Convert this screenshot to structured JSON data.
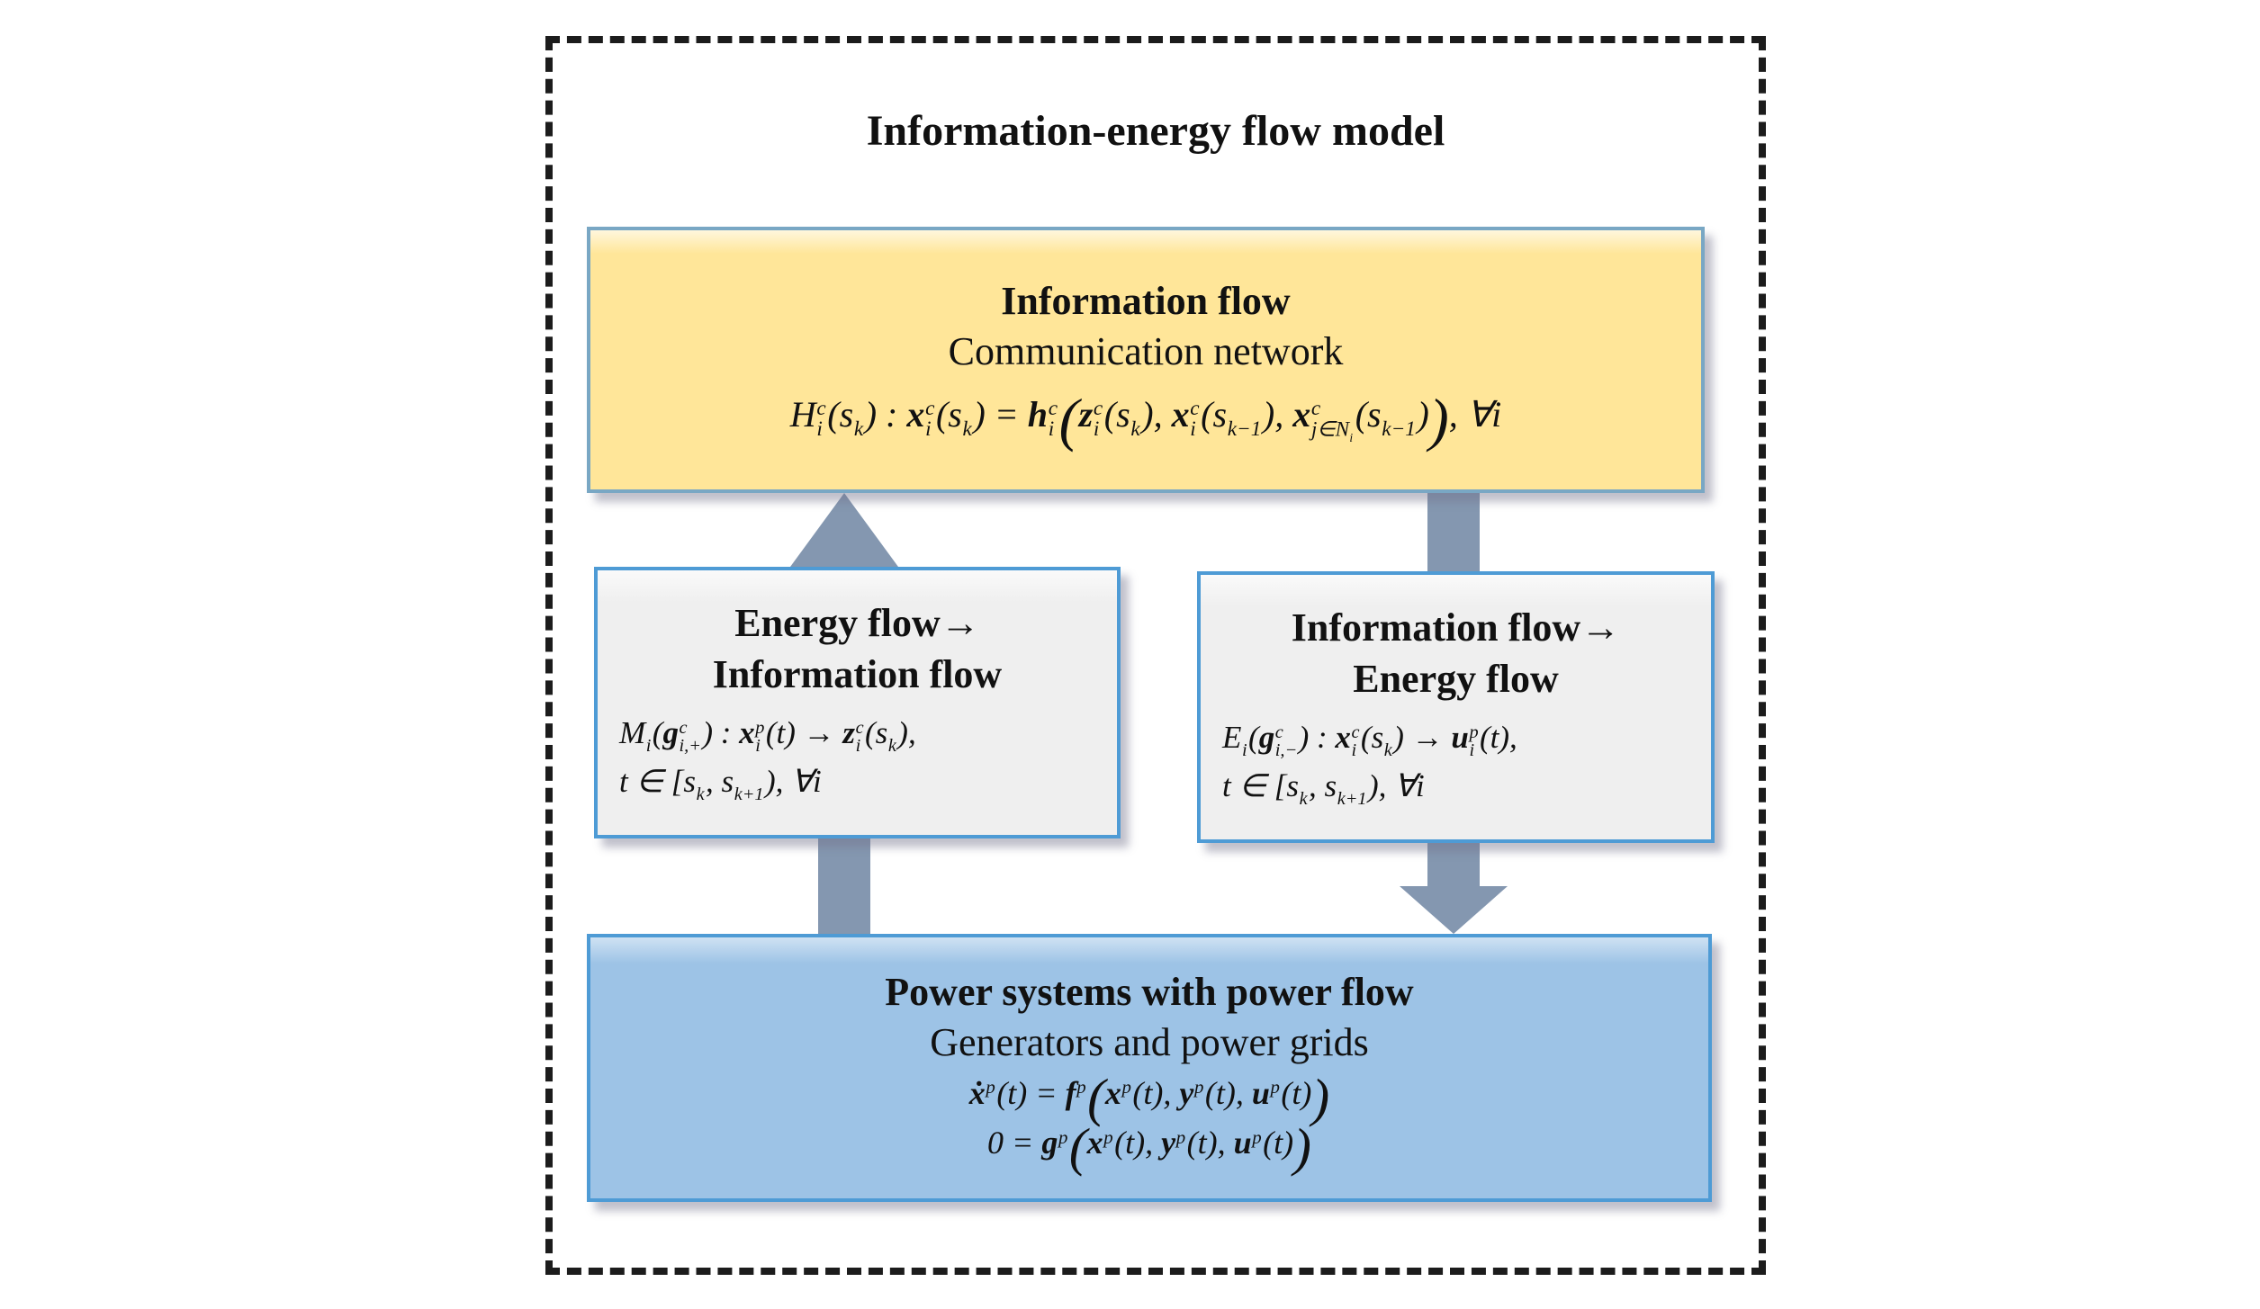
{
  "diagram": {
    "title": "Information-energy flow model",
    "boxes": {
      "information_flow": {
        "heading": "Information flow",
        "subheading": "Communication network",
        "formula": "H^{c}_{i}(s_{k}) : *x*^{c}_{i}(s_{k}) = *h*^{c}_{i}\\(*z*^{c}_{i}(s_{k}), *x*^{c}_{i}(s_{k−1}), *x*^{c}_{j∈N_{i}}(s_{k−1})\\), ∀i"
      },
      "energy_to_information": {
        "heading_line1": "Energy flow→",
        "heading_line2": "Information flow",
        "formula_line1": "M_{i}(*g*^{c}_{i,+}) : *x*^{p}_{i}(t) → *z*^{c}_{i}(s_{k}),",
        "formula_line2": "t ∈ [s_{k}, s_{k+1}), ∀i"
      },
      "information_to_energy": {
        "heading_line1": "Information flow→",
        "heading_line2": "Energy flow",
        "formula_line1": "E_{i}(*g*^{c}_{i,−}) : *x*^{c}_{i}(s_{k}) → *u*^{p}_{i}(t),",
        "formula_line2": "t ∈ [s_{k}, s_{k+1}), ∀i"
      },
      "power_systems": {
        "heading": "Power systems with power flow",
        "subheading": "Generators and power grids",
        "formula_line1": "*ẋ*^{p}(t) = *f*^{p}\\(*x*^{p}(t), *y*^{p}(t), *u*^{p}(t)\\)",
        "formula_line2": "0 = *g*^{p}\\(*x*^{p}(t), *y*^{p}(t), *u*^{p}(t)\\)"
      }
    },
    "colors": {
      "box_yellow": "#FFE699",
      "box_blue": "#9DC3E6",
      "box_gray": "#EFEFEF",
      "border_blue": "#4E9BD5",
      "border_yellow_box": "#79A7C4",
      "arrow_fill": "#8497B0",
      "frame_dash": "#1C1C1C",
      "text": "#111111"
    }
  }
}
